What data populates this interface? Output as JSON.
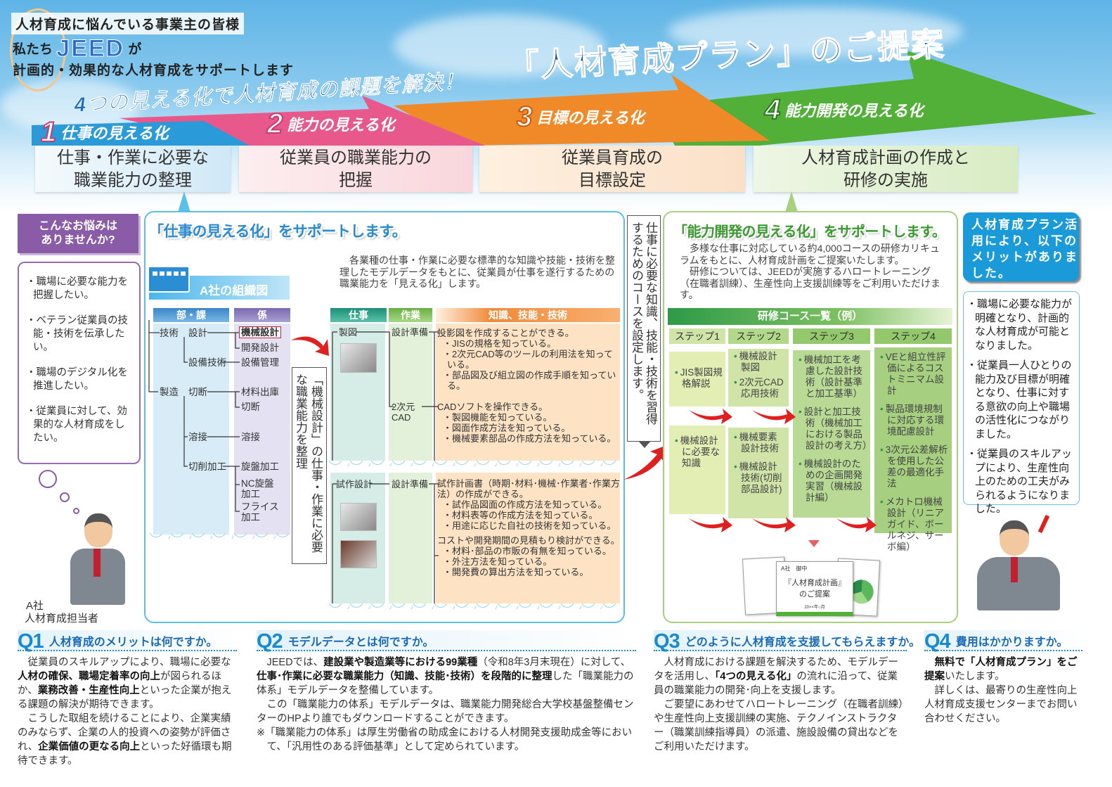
{
  "header": {
    "greeting": "人材育成に悩んでいる事業主の皆様",
    "we_prefix": "私たち",
    "jeed": "JEED",
    "we_suffix": "が",
    "tagline": "計画的・効果的な人材育成をサポートします",
    "headline": "4つの見える化で人材育成の課題を解決！",
    "proposal": "「人材育成プラン」のご提案"
  },
  "steps": [
    {
      "num": "1",
      "title": "仕事の見える化",
      "desc1": "仕事・作業に必要な",
      "desc2": "職業能力の整理",
      "color": "#2a9ad8"
    },
    {
      "num": "2",
      "title": "能力の見える化",
      "desc1": "従業員の職業能力の",
      "desc2": "把握",
      "color": "#e8588a"
    },
    {
      "num": "3",
      "title": "目標の見える化",
      "desc1": "従業員育成の",
      "desc2": "目標設定",
      "color": "#f08a28"
    },
    {
      "num": "4",
      "title": "能力開発の見える化",
      "desc1": "人材育成計画の作成と",
      "desc2": "研修の実施",
      "color": "#52b038"
    }
  ],
  "worries": {
    "title1": "こんなお悩みは",
    "title2": "ありませんか?",
    "items": [
      "・職場に必要な能力を把握したい。",
      "・ベテラン従業員の技能・技術を伝承したい。",
      "・職場のデジタル化を推進したい。",
      "・従業員に対して、効果的な人材育成をしたい。"
    ]
  },
  "person_left": {
    "company": "A社",
    "role": "人材育成担当者"
  },
  "work_panel": {
    "title": "「仕事の見える化」をサポートします。",
    "description": "各業種の仕事・作業に必要な標準的な知識や技能・技術を整理したモデルデータをもとに、従業員が仕事を遂行するための職業能力を「見える化」します。",
    "org_title": "A社の組織図",
    "org_headers": [
      "部・課",
      "係"
    ],
    "org": {
      "gijutsu": "技術",
      "sekkei": "設計",
      "kikai_sekkei": "機械設計",
      "kaihatsu_sekkei": "開発設計",
      "setsubi_gijutsu": "設備技術",
      "setsubi_kanri": "設備管理",
      "seizo": "製造",
      "setsudan": "切断",
      "zairyo": "材料出庫",
      "setsudan2": "切断",
      "yosetsu": "溶接",
      "yosetsu2": "溶接",
      "sessaku": "切削加工",
      "senban": "旋盤加工",
      "nc1": "NC旋盤",
      "nc2": "加工",
      "furaisu1": "フライス",
      "furaisu2": "加工"
    },
    "vertical_note": "「機械設計」の仕事・作業に必要な職業能力を整理",
    "table_headers": [
      "仕事",
      "作業",
      "知識、技能・技術"
    ],
    "rows": [
      {
        "job": "製図",
        "tasks": [
          {
            "task": "設計準備",
            "head": "投影図を作成することができる。",
            "subs": [
              "・JISの規格を知っている。",
              "・2次元CAD等のツールの利用法を知っている。",
              "・部品図及び組立図の作成手順を知っている。"
            ]
          },
          {
            "task": "2次元CAD",
            "head": "CADソフトを操作できる。",
            "subs": [
              "・製図機能を知っている。",
              "・図面作成方法を知っている。",
              "・機械要素部品の作成方法を知っている。"
            ]
          }
        ]
      },
      {
        "job": "試作設計",
        "tasks": [
          {
            "task": "設計準備",
            "head": "試作計画書（時期･材料･機械･作業者･作業方法）の作成ができる。",
            "subs": [
              "・試作品図面の作成方法を知っている。",
              "・材料表等の作成方法を知っている。",
              "・用途に応じた自社の技術を知っている。"
            ]
          },
          {
            "task": "",
            "head": "コストや開発期間の見積もり検討ができる。",
            "subs": [
              "・材料･部品の市販の有無を知っている。",
              "・外注方法を知っている。",
              "・開発費の算出方法を知っている。"
            ]
          }
        ]
      }
    ]
  },
  "middle_note": "仕事に必要な知識、技能・技術を習得するためのコースを設定します。",
  "dev_panel": {
    "title": "「能力開発の見える化」をサポートします。",
    "description1": "多様な仕事に対応している約4,000コースの研修カリキュラムをもとに、人材育成計画をご提案いたします。",
    "description2": "研修については、JEEDが実施するハロートレーニング（在職者訓練）、生産性向上支援訓練等をご利用いただけます。",
    "course_title": "研修コース一覧（例）",
    "step_headers": [
      "ステップ1",
      "ステップ2",
      "ステップ3",
      "ステップ4"
    ],
    "step1": [
      "JIS製図規格解説",
      "機械設計に必要な知識"
    ],
    "step2": [
      "機械設計製図",
      "2次元CAD応用技術",
      "機械要素設計技術",
      "機械設計技術(切削部品設計)"
    ],
    "step3": [
      "機械加工を考慮した設計技術（設計基準と加工基準）",
      "設計と加工技術（機械加工における製品設計の考え方）",
      "機械設計のための企画開発実習（機械設計編）"
    ],
    "step4": [
      "VEと組立性評価によるコストミニマム設計",
      "製品環境規制に対応する環境配慮設計",
      "3次元公差解析を使用した公差の最適化手法",
      "メカトロ機械設計（リニアガイド、ボールネジ、サーボ編）"
    ],
    "document": {
      "to": "A社　御中",
      "title1": "『人材育成計画』",
      "title2": "のご提案",
      "date": "20××年○月"
    }
  },
  "merits": {
    "title": "人材育成プラン活用により、以下のメリットがありました。",
    "items": [
      "・職場に必要な能力が明確となり、計画的な人材育成が可能となりました。",
      "・従業員一人ひとりの能力及び目標が明確となり、仕事に対する意欲の向上や職場の活性化につながりました。",
      "・従業員のスキルアップにより、生産性向上のための工夫がみられるようになりました。"
    ]
  },
  "faq": [
    {
      "q": "Q1",
      "title": "人材育成のメリットは何ですか。",
      "paras": [
        [
          {
            "t": "従業員のスキルアップにより、職場に必要な"
          },
          {
            "t": "人材の確保、職場定着率の向上",
            "b": true
          },
          {
            "t": "が図られるほか、"
          },
          {
            "t": "業務改善・生産性向上",
            "b": true
          },
          {
            "t": "といった企業が抱える課題の解決が期待できます。"
          }
        ],
        [
          {
            "t": "こうした取組を続けることにより、企業実績のみならず、企業の人的投資への姿勢が評価され、"
          },
          {
            "t": "企業価値の更なる向上",
            "b": true
          },
          {
            "t": "といった好循環も期待できます。"
          }
        ]
      ]
    },
    {
      "q": "Q2",
      "title": "モデルデータとは何ですか。",
      "paras": [
        [
          {
            "t": "JEEDでは、"
          },
          {
            "t": "建設業や製造業等における99業種",
            "b": true
          },
          {
            "t": "（令和8年3月末現在）に対して、"
          },
          {
            "t": "仕事･作業に必要な職業能力（知識、技能･技術）を段階的に整理",
            "b": true
          },
          {
            "t": "した「職業能力の体系」モデルデータを整備しています。"
          }
        ],
        [
          {
            "t": "この「職業能力の体系」モデルデータは、職業能力開発総合大学校基盤整備センターのHPより誰でもダウンロードすることができます。"
          }
        ],
        [
          {
            "t": "※「職業能力の体系」は厚生労働省の助成金における人材開発支援助成金等において、「汎用性のある評価基準」として定められています。",
            "note": true
          }
        ]
      ]
    },
    {
      "q": "Q3",
      "title": "どのように人材育成を支援してもらえますか。",
      "paras": [
        [
          {
            "t": "人材育成における課題を解決するため、モデルデータを活用し、"
          },
          {
            "t": "「4つの見える化」",
            "b": true
          },
          {
            "t": "の流れに沿って、従業員の職業能力の開発･向上を支援します。"
          }
        ],
        [
          {
            "t": "ご要望にあわせてハロートレーニング（在職者訓練）や生産性向上支援訓練の実施、テクノインストラクター（職業訓練指導員）の派遣、施設設備の貸出などをご利用いただけます。"
          }
        ]
      ]
    },
    {
      "q": "Q4",
      "title": "費用はかかりますか。",
      "paras": [
        [
          {
            "t": "無料で「人材育成プラン」をご提案",
            "b": true
          },
          {
            "t": "いたします。"
          }
        ],
        [
          {
            "t": "詳しくは、最寄りの生産性向上人材育成支援センターまでお問い合わせください。"
          }
        ]
      ]
    }
  ],
  "colors": {
    "blue": "#2a9ad8",
    "pink": "#e8588a",
    "orange": "#f08a28",
    "green": "#52b038",
    "purple": "#8a5ca8",
    "red": "#e02020"
  }
}
